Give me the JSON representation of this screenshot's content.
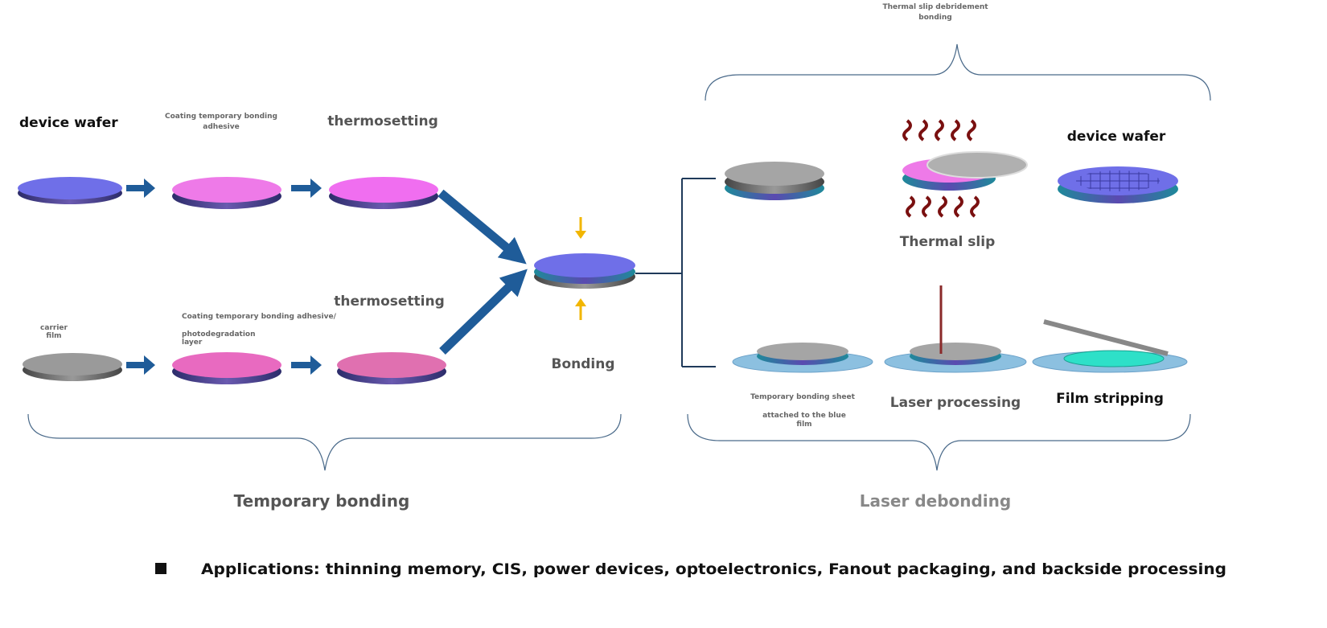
{
  "top_row": {
    "device_wafer": "device wafer",
    "coating_line1": "Coating temporary bonding",
    "coating_line2": "adhesive",
    "thermosetting": "thermosetting"
  },
  "bottom_row": {
    "carrier_line1": "carrier",
    "carrier_line2": "film",
    "coating_line1": "Coating temporary bonding adhesive/",
    "coating_line2": "photodegradation",
    "coating_line3": "layer",
    "thermosetting": "thermosetting"
  },
  "bonding": "Bonding",
  "thermal_slip_header_line1": "Thermal slip debridement",
  "thermal_slip_header_line2": "bonding",
  "right_top": {
    "thermal_slip": "Thermal slip",
    "device_wafer": "device wafer"
  },
  "right_bottom": {
    "sheet_line1": "Temporary bonding sheet",
    "sheet_line2": "attached to the blue",
    "sheet_line3": "film",
    "laser": "Laser processing",
    "film_stripping": "Film stripping"
  },
  "sections": {
    "temporary_bonding": "Temporary bonding",
    "laser_debonding": "Laser debonding"
  },
  "applications": "Applications: thinning memory, CIS, power devices, optoelectronics, Fanout packaging, and backside processing",
  "colors": {
    "device": "#6f6fe8",
    "adhesive": "#ee7ae8",
    "carrier": "#9a9a9a",
    "arrow": "#1f5c99",
    "yellow": "#f2b600",
    "heat": "#7a1010",
    "film": "#8cc0e0"
  }
}
